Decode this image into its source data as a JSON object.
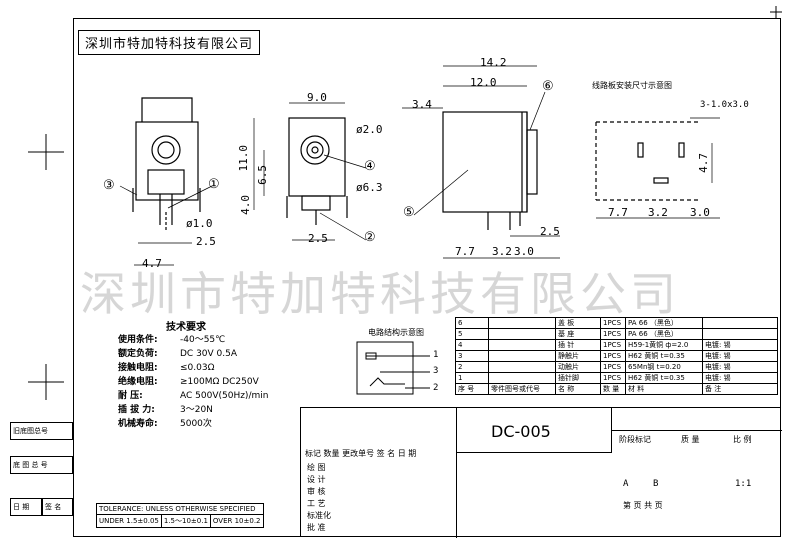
{
  "company": "深圳市特加特科技有限公司",
  "watermark": "深圳市特加特科技有限公司",
  "dims": {
    "front_width": "2.5",
    "front_total": "4.7",
    "pin_dia": "ø1.0",
    "side_width": "9.0",
    "side_height": "11.0",
    "side_center": "6.5",
    "side_base": "4.0",
    "side_pin": "2.5",
    "hole_small": "ø2.0",
    "hole_large": "ø6.3",
    "top_length_total": "14.2",
    "top_length": "12.0",
    "top_offset": "3.4",
    "top_b1": "7.7",
    "top_b2": "3.2",
    "top_b3": "3.0",
    "top_b4": "2.5",
    "pcb_title": "线路板安装尺寸示意图",
    "pcb_holes": "3-1.0x3.0",
    "pcb_h": "4.7",
    "pcb_b1": "7.7",
    "pcb_b2": "3.2",
    "pcb_b3": "3.0"
  },
  "balloons": [
    "①",
    "②",
    "③",
    "④",
    "⑤",
    "⑥"
  ],
  "circuit": {
    "title": "电路结构示意图",
    "pins": [
      "1",
      "3",
      "2"
    ]
  },
  "tech": {
    "title": "技术要求",
    "rows": [
      {
        "k": "使用条件:",
        "v": "-40～55℃"
      },
      {
        "k": "额定负荷:",
        "v": "DC 30V 0.5A"
      },
      {
        "k": "接触电阻:",
        "v": "≤0.03Ω"
      },
      {
        "k": "绝缘电阻:",
        "v": "≥100MΩ DC250V"
      },
      {
        "k": "耐    压:",
        "v": "AC 500V(50Hz)/min"
      },
      {
        "k": "插 拔 力:",
        "v": "3～20N"
      },
      {
        "k": "机械寿命:",
        "v": "5000次"
      }
    ]
  },
  "parts": [
    {
      "no": "6",
      "name": "盖 板",
      "qty": "1PCS",
      "mat": "PA 66 （黑色）",
      "note": ""
    },
    {
      "no": "5",
      "name": "基 座",
      "qty": "1PCS",
      "mat": "PA 66 （黑色）",
      "note": ""
    },
    {
      "no": "4",
      "name": "插 针",
      "qty": "1PCS",
      "mat": "H59-1黄铜 ф=2.0",
      "note": "电镀: 锡"
    },
    {
      "no": "3",
      "name": "静触片",
      "qty": "1PCS",
      "mat": "H62 黄铜 t=0.35",
      "note": "电镀: 锡"
    },
    {
      "no": "2",
      "name": "动触片",
      "qty": "1PCS",
      "mat": "65Mn钢  t=0.20",
      "note": "电镀: 锡"
    },
    {
      "no": "1",
      "name": "插针脚",
      "qty": "1PCS",
      "mat": "H62 黄铜 t=0.35",
      "note": "电镀: 锡"
    }
  ],
  "parts_header": {
    "no": "序 号",
    "code": "零件图号或代号",
    "name": "名 称",
    "qty": "数 量",
    "mat": "材 料",
    "note": "备 注"
  },
  "title_block": {
    "part_no": "DC-005",
    "labels": [
      "标记",
      "数量",
      "更改单号",
      "签 名",
      "日 期"
    ],
    "roles": [
      "绘 图",
      "设 计",
      "审 核",
      "工 艺",
      "标准化",
      "批 准"
    ],
    "stage": "阶段标记",
    "weight": "质 量",
    "scale_label": "比 例",
    "a": "A",
    "b": "B",
    "scale": "1:1",
    "sheet": "第   页  共   页"
  },
  "tolerance": {
    "title": "TOLERANCE: UNLESS OTHERWISE SPECIFIED",
    "c1": "UNDER 1.5±0.05",
    "c2": "1.5～10±0.1",
    "c3": "OVER 10±0.2"
  },
  "side_labels": [
    "旧底图总号",
    "底 图 总 号",
    "日 期",
    "签 名"
  ]
}
